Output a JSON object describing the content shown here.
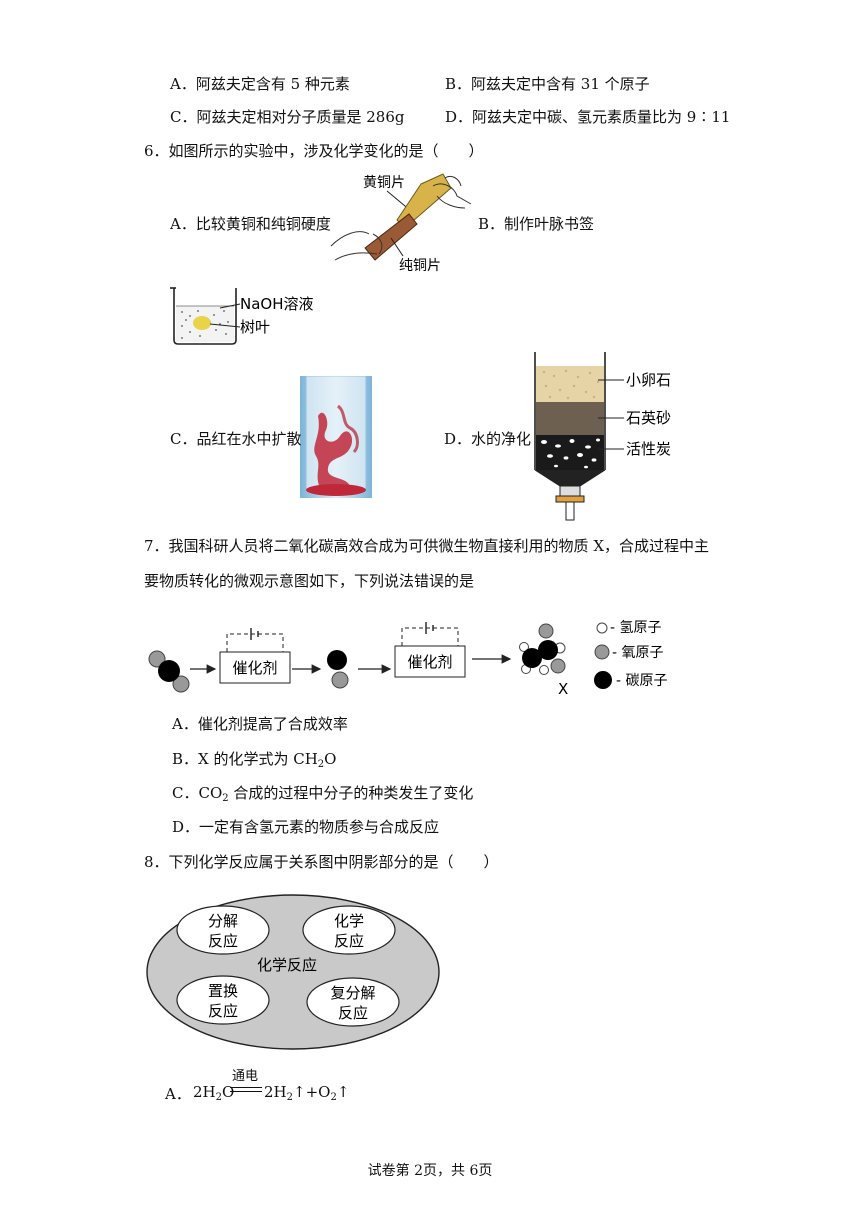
{
  "q5": {
    "A": "A．阿兹夫定含有 5 种元素",
    "B": "B．阿兹夫定中含有 31 个原子",
    "C": "C．阿兹夫定相对分子质量是 286g",
    "D": "D．阿兹夫定中碳、氢元素质量比为 9∶11"
  },
  "q6": {
    "stem": "6．如图所示的实验中，涉及化学变化的是（　　）",
    "A": "A．比较黄铜和纯铜硬度",
    "B": "B．制作叶脉书签",
    "C": "C．品红在水中扩散",
    "D": "D．水的净化",
    "fig_a_top": "黄铜片",
    "fig_a_bottom": "纯铜片",
    "fig_b_solution": "NaOH溶液",
    "fig_b_leaf": "树叶",
    "fig_d_layer1": "小卵石",
    "fig_d_layer2": "石英砂",
    "fig_d_layer3": "活性炭"
  },
  "q7": {
    "stem_line1": "7．我国科研人员将二氧化碳高效合成为可供微生物直接利用的物质 X，合成过程中主",
    "stem_line2": "要物质转化的微观示意图如下，下列说法错误的是",
    "catalyst1": "催化剂",
    "catalyst2": "催化剂",
    "product_label": "X",
    "legend_h": "氢原子",
    "legend_o": "氧原子",
    "legend_c": "碳原子",
    "A": "A．催化剂提高了合成效率",
    "B_pre": "B．X 的化学式为 CH",
    "B_sub": "2",
    "B_post": "O",
    "C_pre": "C．CO",
    "C_sub": "2",
    "C_post": " 合成的过程中分子的种类发生了变化",
    "D": "D．一定有含氢元素的物质参与合成反应"
  },
  "q8": {
    "stem": "8．下列化学反应属于关系图中阴影部分的是（　　）",
    "outer": "化学反应",
    "tl_1": "分解",
    "tl_2": "反应",
    "tr_1": "化学",
    "tr_2": "反应",
    "bl_1": "置换",
    "bl_2": "反应",
    "br_1": "复分解",
    "br_2": "反应",
    "A_label": "A．",
    "A_cond": "通电",
    "A_left": "2H",
    "A_left_sub": "2",
    "A_left_post": "O",
    "A_r1": "2H",
    "A_r1_sub": "2",
    "A_arrow1": "↑+O",
    "A_r2_sub": "2",
    "A_arrow2": "↑"
  },
  "footer": "试卷第 2页，共 6页",
  "colors": {
    "ellipse_fill": "#c9c9c9",
    "dye_red": "#c0283a",
    "gravel": "#e6d3a6",
    "sand": "#6e6051"
  }
}
